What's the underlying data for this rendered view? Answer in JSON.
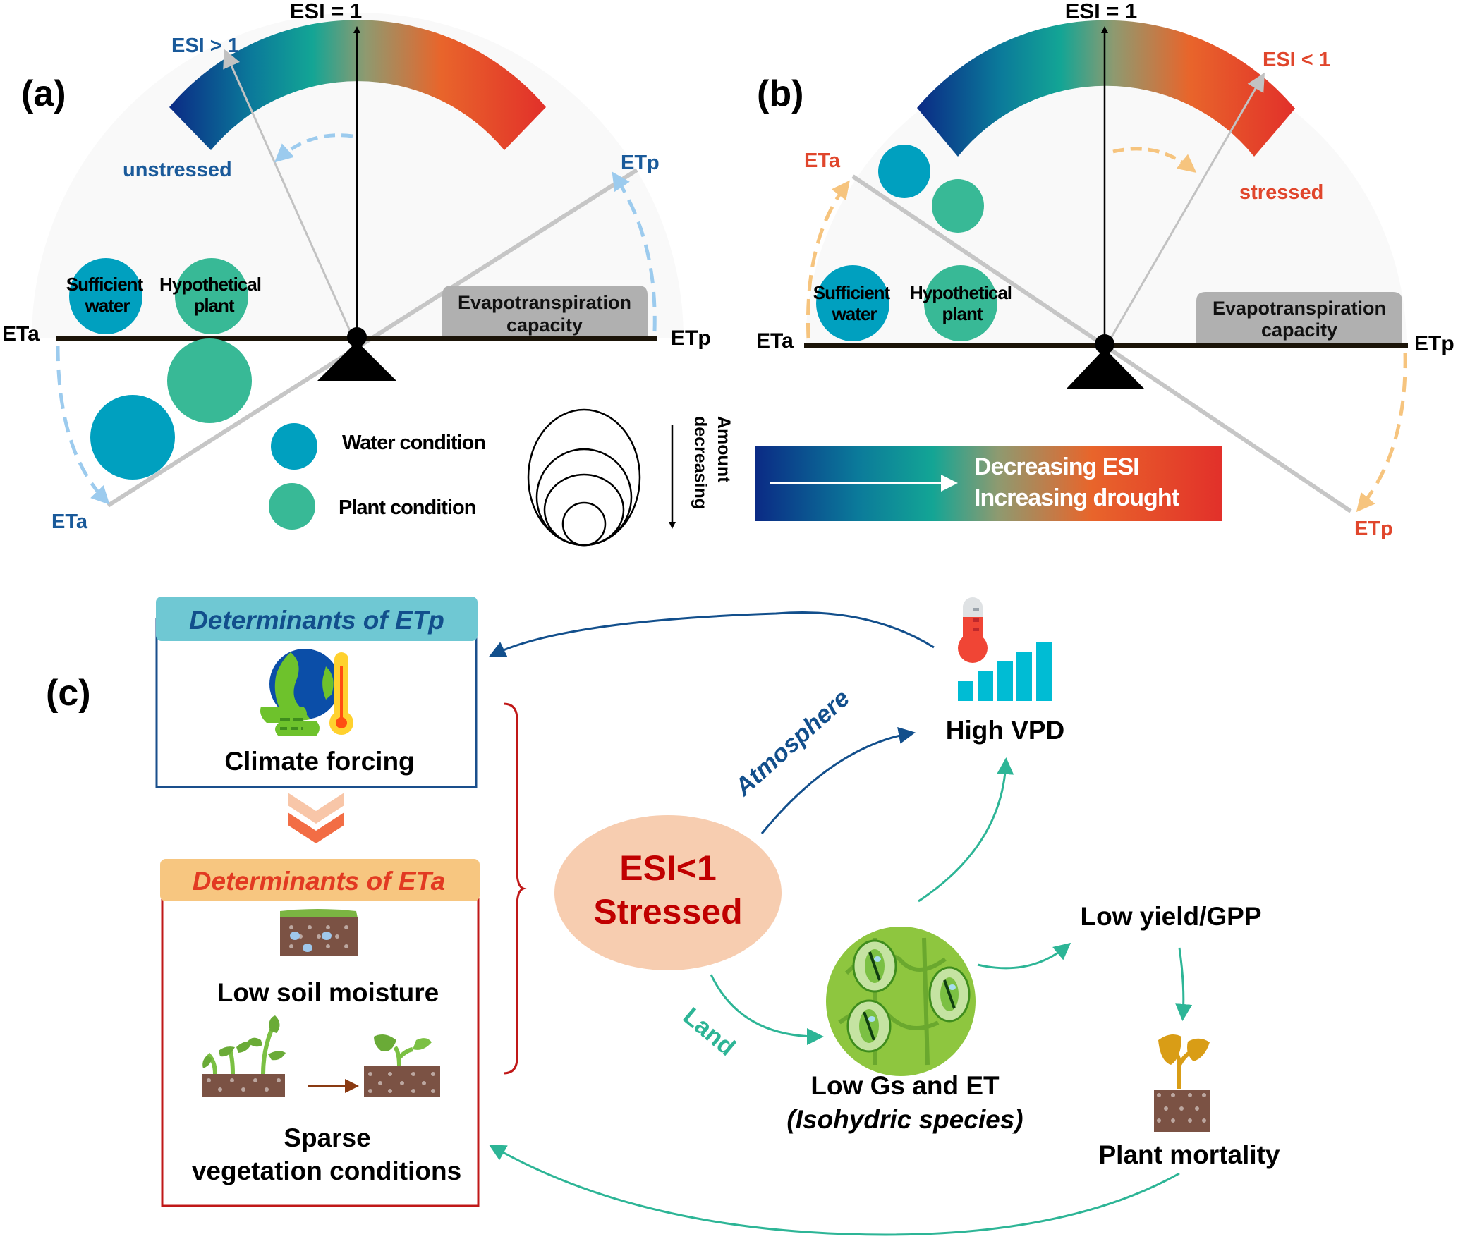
{
  "colors": {
    "water": "#00a0bf",
    "plant": "#38b996",
    "unstressed_blue": "#1a5a9a",
    "stressed_red": "#e0462c",
    "gradient": [
      "#0b2a85",
      "#0b7a9a",
      "#13a595",
      "#8e9a70",
      "#e8652b",
      "#e2302a"
    ],
    "etp_header": "#6fc8d3",
    "eta_header": "#f7c680",
    "eta_border": "#c01818",
    "etp_border": "#1a4f8c",
    "stressed_ellipse": "#f7cdb0",
    "stressed_text": "#c00000",
    "land_arrow": "#2db596",
    "atmosphere_arrow": "#124f8c",
    "capacity_box": "#b0b0b0"
  },
  "panel_a": {
    "label": "(a)",
    "esi_top": "ESI = 1",
    "esi_state": "ESI > 1",
    "state_label": "unstressed",
    "etp_tilted": "ETp",
    "eta_tilted": "ETa",
    "eta_axis": "ETa",
    "etp_axis": "ETp",
    "water_circle": [
      "Sufficient",
      "water"
    ],
    "plant_circle": [
      "Hypothetical",
      "plant"
    ],
    "capacity_box": [
      "Evapotranspiration",
      "capacity"
    ],
    "legend": {
      "water_condition": "Water condition",
      "plant_condition": "Plant condition",
      "amount_line1": "Amount",
      "amount_line2": "decreasing"
    }
  },
  "panel_b": {
    "label": "(b)",
    "esi_top": "ESI = 1",
    "esi_state": "ESI < 1",
    "state_label": "stressed",
    "eta_tilted": "ETa",
    "etp_tilted": "ETp",
    "eta_axis": "ETa",
    "etp_axis": "ETp",
    "water_circle": [
      "Sufficient",
      "water"
    ],
    "plant_circle": [
      "Hypothetical",
      "plant"
    ],
    "capacity_box": [
      "Evapotranspiration",
      "capacity"
    ],
    "gradient_bar": {
      "line1": "Decreasing ESI",
      "line2": "Increasing drought"
    }
  },
  "panel_c": {
    "label": "(c)",
    "etp_box": {
      "header": "Determinants of ETp",
      "item": "Climate forcing",
      "icon": "globe-thermometer-icon"
    },
    "eta_box": {
      "header": "Determinants of ETa",
      "item1": "Low soil moisture",
      "item1_icon": "soil-moisture-icon",
      "item2_line1": "Sparse",
      "item2_line2": "vegetation conditions",
      "item2_icon": "vegetation-decline-icon"
    },
    "center": {
      "line1": "ESI<1",
      "line2": "Stressed"
    },
    "atmosphere_label": "Atmosphere",
    "land_label": "Land",
    "vpd": {
      "label": "High VPD",
      "icon": "thermometer-bars-icon"
    },
    "stomata": {
      "line1": "Low Gs and ET",
      "line2": "(Isohydric species)",
      "icon": "stomata-icon"
    },
    "yield": {
      "label": "Low yield/GPP"
    },
    "mortality": {
      "label": "Plant mortality",
      "icon": "wilted-plant-icon"
    }
  }
}
